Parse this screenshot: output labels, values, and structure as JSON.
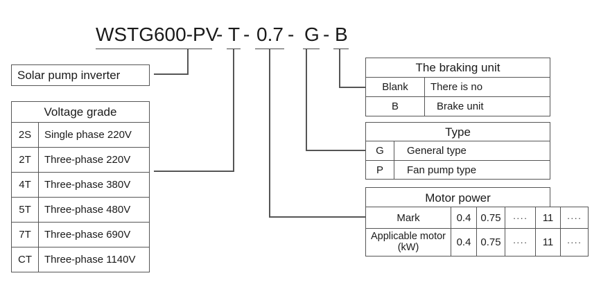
{
  "model_code": {
    "series": "WSTG600-PV",
    "sep1": "-",
    "voltage": "T",
    "sep2": "-",
    "power": "0.7",
    "sep3": "-",
    "type": "G",
    "sep4": "-",
    "brake": "B"
  },
  "product_label": "Solar pump inverter",
  "voltage_grade": {
    "title": "Voltage grade",
    "rows": [
      {
        "code": "2S",
        "desc": "Single phase 220V"
      },
      {
        "code": "2T",
        "desc": "Three-phase 220V"
      },
      {
        "code": "4T",
        "desc": "Three-phase 380V"
      },
      {
        "code": "5T",
        "desc": "Three-phase 480V"
      },
      {
        "code": "7T",
        "desc": "Three-phase 690V"
      },
      {
        "code": "CT",
        "desc": "Three-phase 1140V"
      }
    ]
  },
  "braking_unit": {
    "title": "The braking unit",
    "rows": [
      {
        "code": "Blank",
        "desc": "There is no"
      },
      {
        "code": "B",
        "desc": "Brake unit"
      }
    ]
  },
  "type_table": {
    "title": "Type",
    "rows": [
      {
        "code": "G",
        "desc": "General type"
      },
      {
        "code": "P",
        "desc": "Fan pump type"
      }
    ]
  },
  "motor_power": {
    "title": "Motor power",
    "mark_label": "Mark",
    "mark_values": [
      "0.4",
      "0.75",
      "····",
      "11",
      "····"
    ],
    "motor_label": "Applicable motor (kW)",
    "motor_values": [
      "0.4",
      "0.75",
      "····",
      "11",
      "····"
    ]
  }
}
